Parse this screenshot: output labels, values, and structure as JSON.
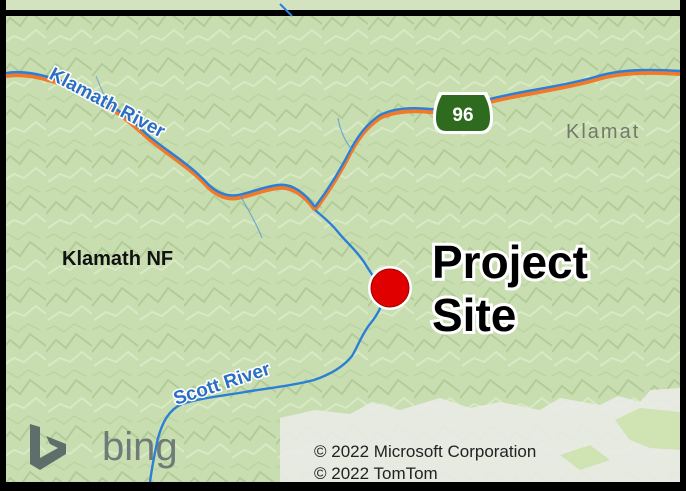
{
  "map": {
    "labels": {
      "klamath_river": "Klamath River",
      "scott_river": "Scott River",
      "klamath_nf": "Klamath NF",
      "klamath_partial": "Klamat",
      "project_site_line1": "Project",
      "project_site_line2": "Site"
    },
    "route_shield": {
      "number": "96",
      "color": "#2e6b1f"
    },
    "attribution": {
      "provider_logo_text": "bing",
      "line1": "© 2022 Microsoft Corporation",
      "line2": "© 2022 TomTom"
    },
    "colors": {
      "terrain": "#c9deb0",
      "river": "#2b7fd6",
      "road": "#f07a2a",
      "marker": "#e00000",
      "urban_area": "#ececea"
    }
  }
}
